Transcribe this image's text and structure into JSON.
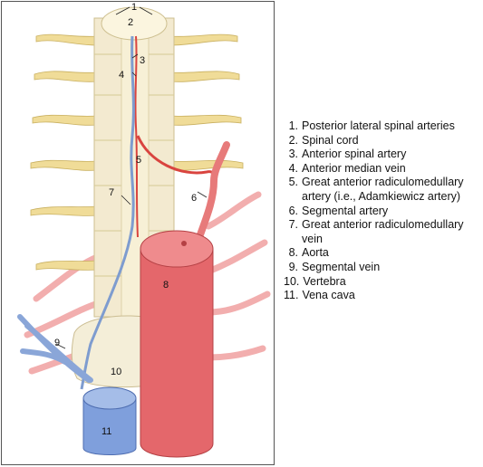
{
  "callouts": {
    "c1": "1",
    "c2": "2",
    "c3": "3",
    "c4": "4",
    "c5": "5",
    "c6": "6",
    "c7": "7",
    "c8": "8",
    "c9": "9",
    "c10": "10",
    "c11": "11"
  },
  "legend": [
    {
      "num": "1.",
      "label": "Posterior lateral spinal arteries"
    },
    {
      "num": "2.",
      "label": "Spinal cord"
    },
    {
      "num": "3.",
      "label": "Anterior spinal artery"
    },
    {
      "num": "4.",
      "label": "Anterior median vein"
    },
    {
      "num": "5.",
      "label": "Great anterior radiculomedullary artery (i.e., Adamkiewicz artery)"
    },
    {
      "num": "6.",
      "label": "Segmental artery"
    },
    {
      "num": "7.",
      "label": "Great anterior radiculomedullary vein"
    },
    {
      "num": "8.",
      "label": "Aorta"
    },
    {
      "num": "9.",
      "label": "Segmental vein"
    },
    {
      "num": "10.",
      "label": "Vertebra"
    },
    {
      "num": "11.",
      "label": "Vena cava"
    }
  ],
  "colors": {
    "artery": "#e0656a",
    "vein": "#8aa6d8",
    "bone": "#f2e9c7",
    "nerve": "#e8d48a"
  }
}
